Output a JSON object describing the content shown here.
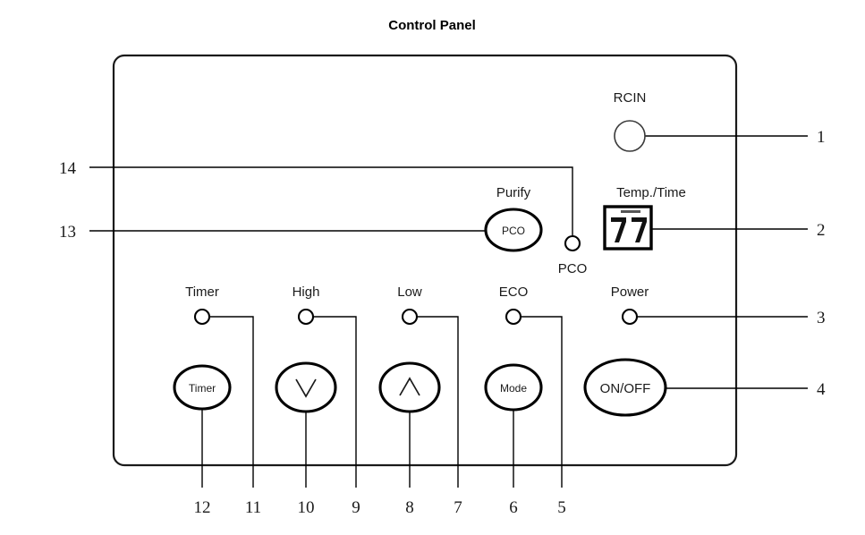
{
  "title": "Control Panel",
  "panel": {
    "name": "control-panel-body"
  },
  "display": {
    "label": "Temp./Time",
    "value": "77"
  },
  "receiver": {
    "label": "RCIN"
  },
  "purify": {
    "label": "Purify",
    "button_text": "PCO",
    "led_label": "PCO"
  },
  "indicators": [
    {
      "label": "Timer",
      "name": "timer"
    },
    {
      "label": "High",
      "name": "high"
    },
    {
      "label": "Low",
      "name": "low"
    },
    {
      "label": "ECO",
      "name": "eco"
    },
    {
      "label": "Power",
      "name": "power"
    }
  ],
  "buttons": [
    {
      "label": "Timer",
      "name": "timer"
    },
    {
      "label": "∨",
      "name": "down"
    },
    {
      "label": "∧",
      "name": "up"
    },
    {
      "label": "Mode",
      "name": "mode"
    },
    {
      "label": "ON/OFF",
      "name": "on-off"
    }
  ],
  "callouts": {
    "right": [
      "1",
      "2",
      "3",
      "4"
    ],
    "left": [
      "14",
      "13"
    ],
    "bottom": [
      "12",
      "11",
      "10",
      "9",
      "8",
      "7",
      "6",
      "5"
    ]
  },
  "colors": {
    "ink": "#000000",
    "paper": "#ffffff",
    "callout_ink": "#1a1a1a"
  }
}
